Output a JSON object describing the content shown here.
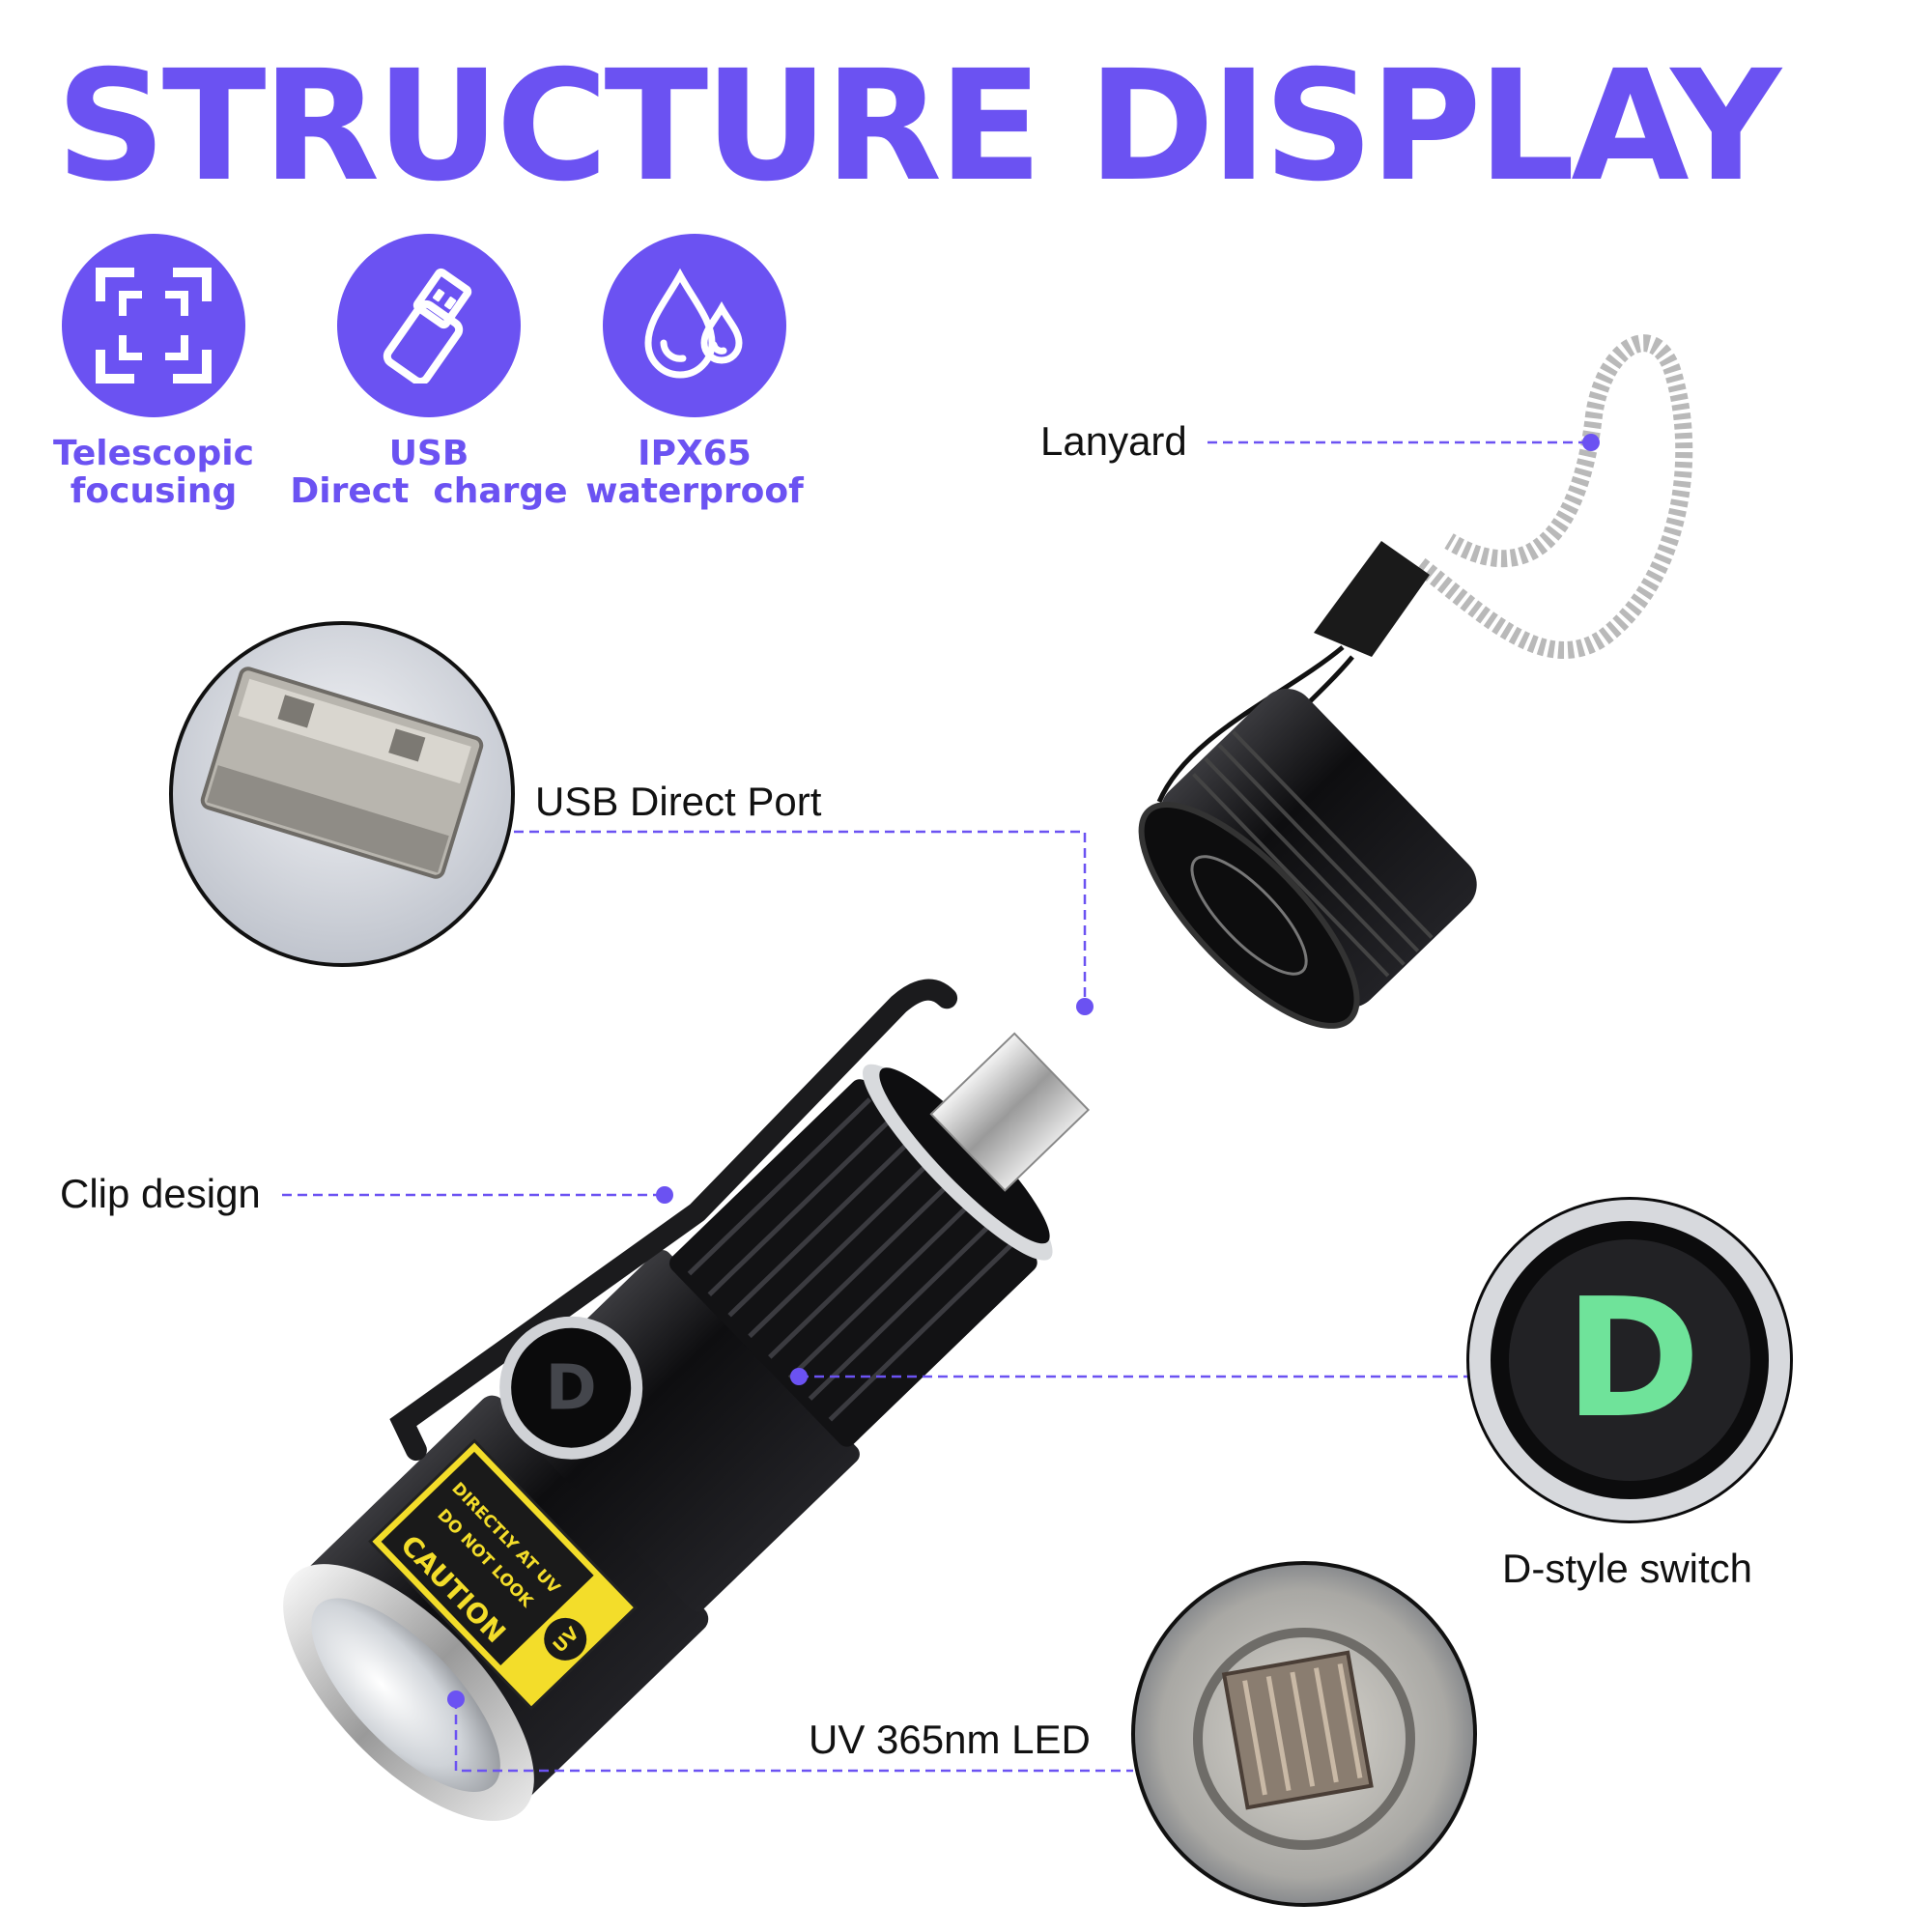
{
  "title": "STRUCTURE DISPLAY",
  "features": [
    {
      "icon": "telescopic-focus-icon",
      "line1": "Telescopic",
      "line2": "focusing"
    },
    {
      "icon": "usb-drive-icon",
      "line1": "USB",
      "line2": "Direct  charge"
    },
    {
      "icon": "water-drops-icon",
      "line1": "IPX65",
      "line2": "waterproof"
    }
  ],
  "callouts": {
    "lanyard": "Lanyard",
    "usb_port": "USB Direct Port",
    "clip": "Clip design",
    "switch": "D-style switch",
    "led": "UV 365nm LED"
  },
  "product_label": {
    "caution": "CAUTION",
    "warning_line1": "DO NOT LOOK",
    "warning_line2": "DIRECTLY AT UV",
    "uv_badge": "UV"
  },
  "switch_letter": "D",
  "colors": {
    "accent": "#6b52f2",
    "label_yellow": "#f3dd2a",
    "switch_green": "#6fe39a",
    "body": "#141416"
  }
}
